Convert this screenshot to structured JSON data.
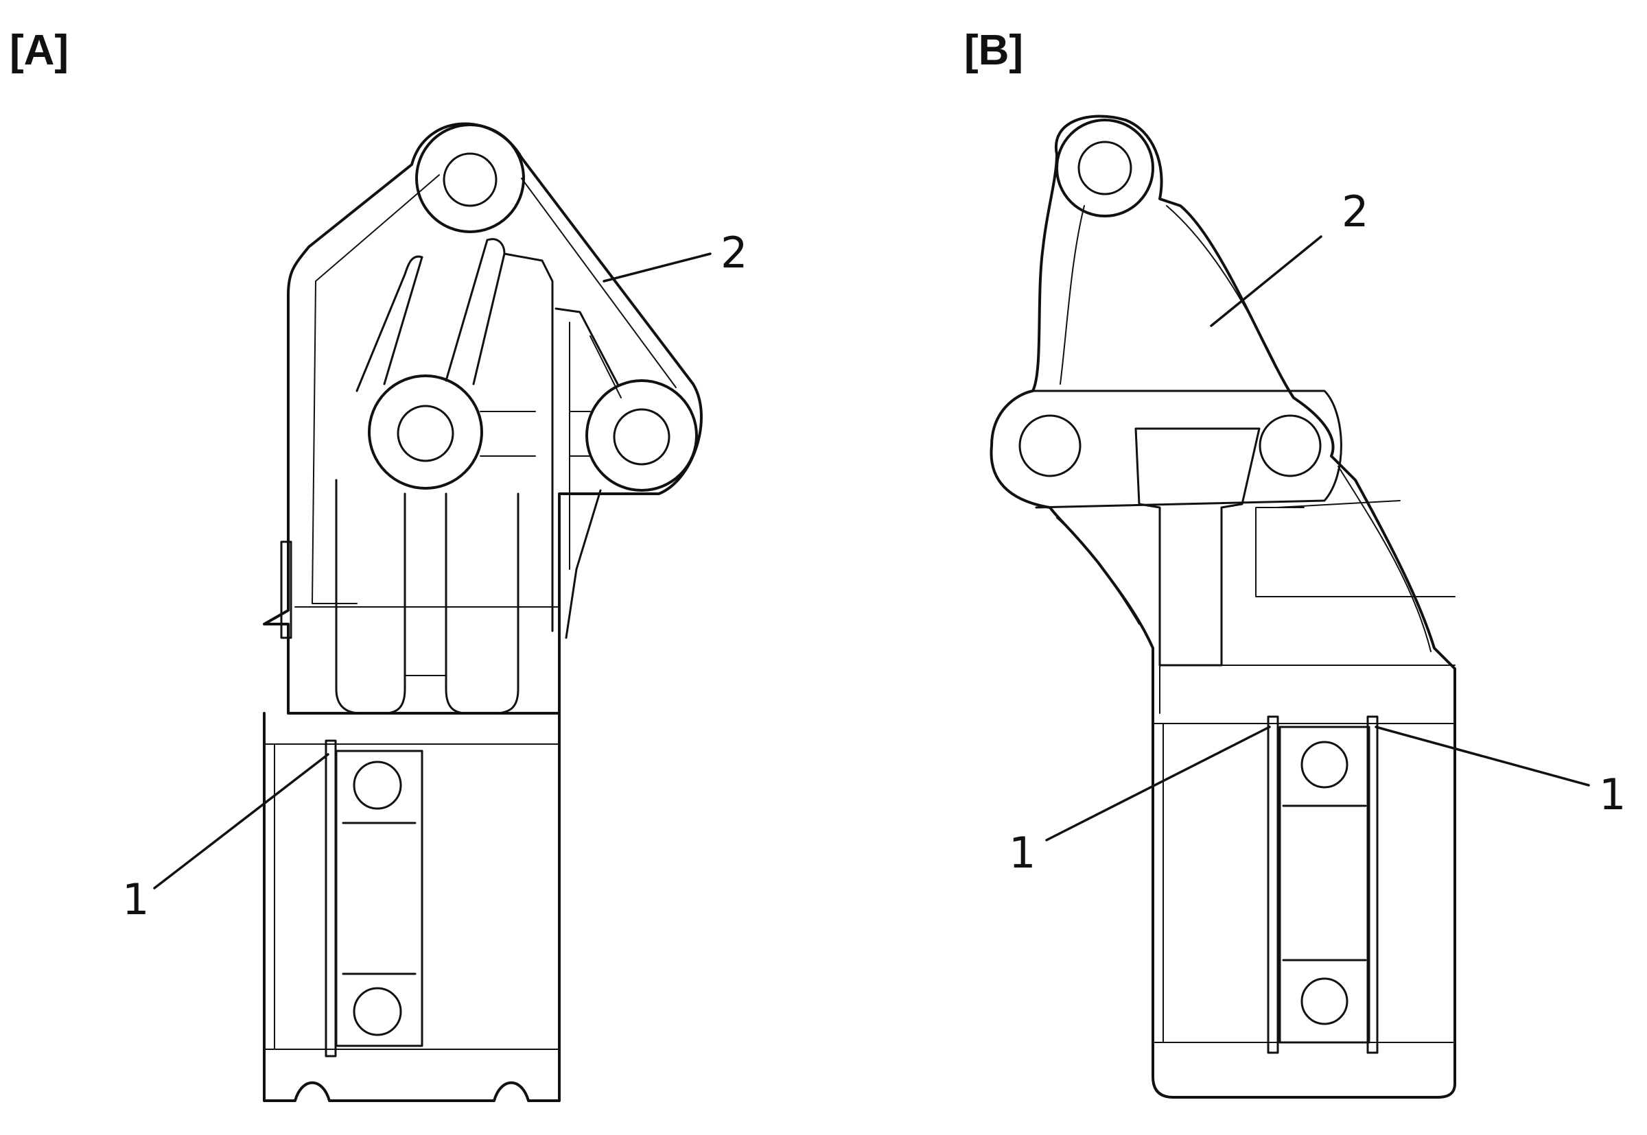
{
  "figure": {
    "panel_a": {
      "label": "[A]",
      "callouts": {
        "ring": "1",
        "bracket": "2"
      }
    },
    "panel_b": {
      "label": "[B]",
      "callouts": {
        "ring_left": "1",
        "ring_right": "1",
        "bracket": "2"
      }
    }
  },
  "colors": {
    "ink": "#111111",
    "paper": "#ffffff"
  }
}
